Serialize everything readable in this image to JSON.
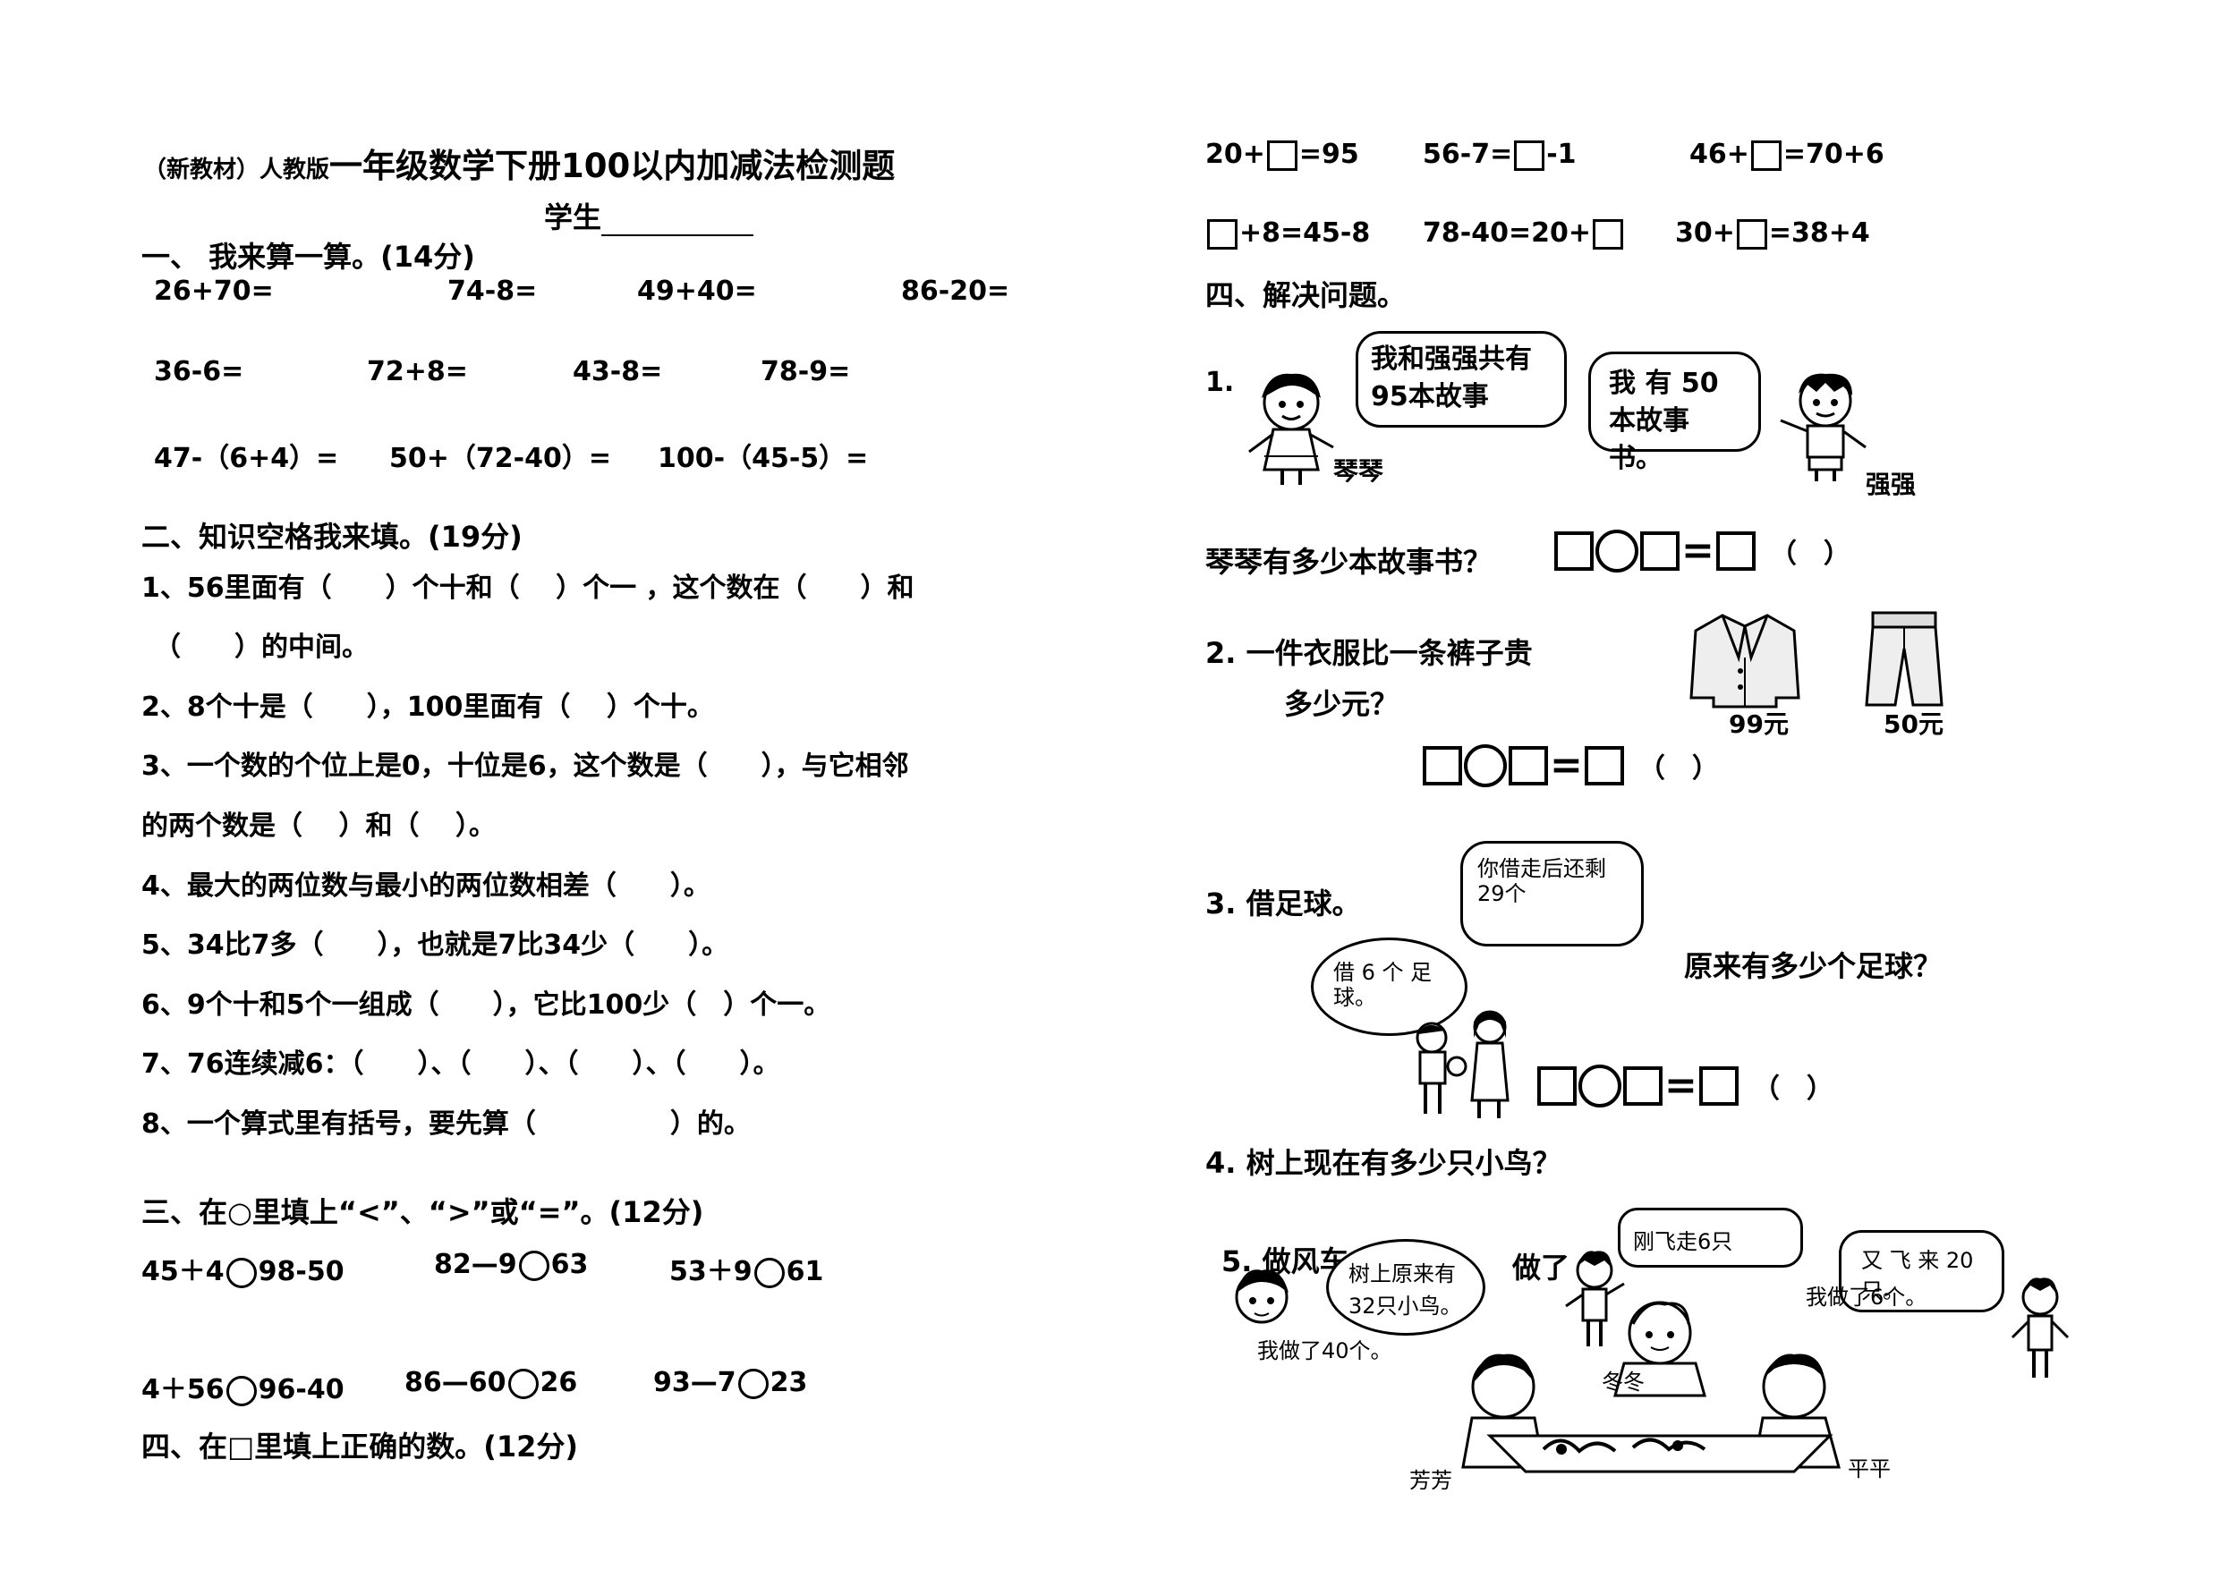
{
  "header": {
    "title_small": "（新教材）人教版",
    "title_big": "一年级数学下册100以内加减法检测题",
    "student_label": "学生"
  },
  "sec1": {
    "heading": "一、 我来算一算。(14分)",
    "row1": [
      "26+70=",
      "74-8=",
      "49+40=",
      "86-20="
    ],
    "row2": [
      "36-6=",
      "72+8=",
      "43-8=",
      "78-9="
    ],
    "row3": [
      "47-（6+4）=",
      "50+（72-40）=",
      "100-（45-5）="
    ]
  },
  "sec2": {
    "heading": "二、知识空格我来填。(19分)",
    "q1a": "1、56里面有（　　）个十和（　 ）个一 ，这个数在（　　）和",
    "q1b": "（　　）的中间。",
    "q2": "2、8个十是（　　），100里面有（　 ）个十。",
    "q3a": "3、一个数的个位上是0，十位是6，这个数是（　　），与它相邻",
    "q3b": "的两个数是（　 ）和（　 ）。",
    "q4": "4、最大的两位数与最小的两位数相差（　　）。",
    "q5": "5、34比7多（　　），也就是7比34少（　　）。",
    "q6": "6、9个十和5个一组成（　　），它比100少（　）个一。",
    "q7": "7、76连续减6：（　　）、（　　）、（　　）、（　　）。",
    "q8": "8、一个算式里有括号，要先算（　　　　　）的。"
  },
  "sec3": {
    "heading": "三、在○里填上“<”、“>”或“=”。(12分)",
    "row1": [
      {
        "left": "45＋4",
        "right": "98-50"
      },
      {
        "left": "82—9",
        "right": "63"
      },
      {
        "left": "53＋9",
        "right": "61"
      }
    ],
    "row2": [
      {
        "left": "4＋56",
        "right": "96-40"
      },
      {
        "left": "86—60",
        "right": "26"
      },
      {
        "left": "93—7",
        "right": "23"
      }
    ]
  },
  "sec4left": {
    "heading": "四、在□里填上正确的数。(12分)"
  },
  "boxes": {
    "row1": [
      {
        "a": "20+",
        "b": "=95"
      },
      {
        "a": "56-7=",
        "b": "-1"
      },
      {
        "a": "46+",
        "b": "=70+6"
      }
    ],
    "row2": [
      {
        "a": "",
        "b": "+8=45-8"
      },
      {
        "a": "78-40=20+",
        "b": ""
      },
      {
        "a": "30+",
        "b": "=38+4"
      }
    ]
  },
  "solve": {
    "heading": "四、解决问题。",
    "p1": {
      "num": "1.",
      "bubble_left": "我和强强共有95本故事",
      "bubble_right": "我 有 50 本故事书。",
      "name_left": "琴琴",
      "name_right": "强强",
      "question": "琴琴有多少本故事书？",
      "paren": "（　）"
    },
    "p2": {
      "line1": "2. 一件衣服比一条裤子贵",
      "line2": "多少元？",
      "price_coat": "99元",
      "price_pants": "50元",
      "paren": "（　）"
    },
    "p3": {
      "label": "3. 借足球。",
      "bubble_top": "你借走后还剩29个",
      "bubble_left": "借 6 个 足 球。",
      "question": "原来有多少个足球？",
      "paren": "（　）"
    },
    "p4": {
      "question": "4. 树上现在有多少只小鸟？"
    },
    "p5": {
      "label": "5. 做风车",
      "fragment_right": "做了",
      "bubble_tree": "树上原来有32只小鸟。",
      "bubble_flew": "刚飞走6只",
      "bubble_came": "又 飞 来 20 只。",
      "frag_mid": "我做了40个。",
      "frag_right2": "我做了6个。",
      "name_dongdong": "冬冬",
      "name_fangfang": "芳芳",
      "name_pingping": "平平"
    }
  }
}
